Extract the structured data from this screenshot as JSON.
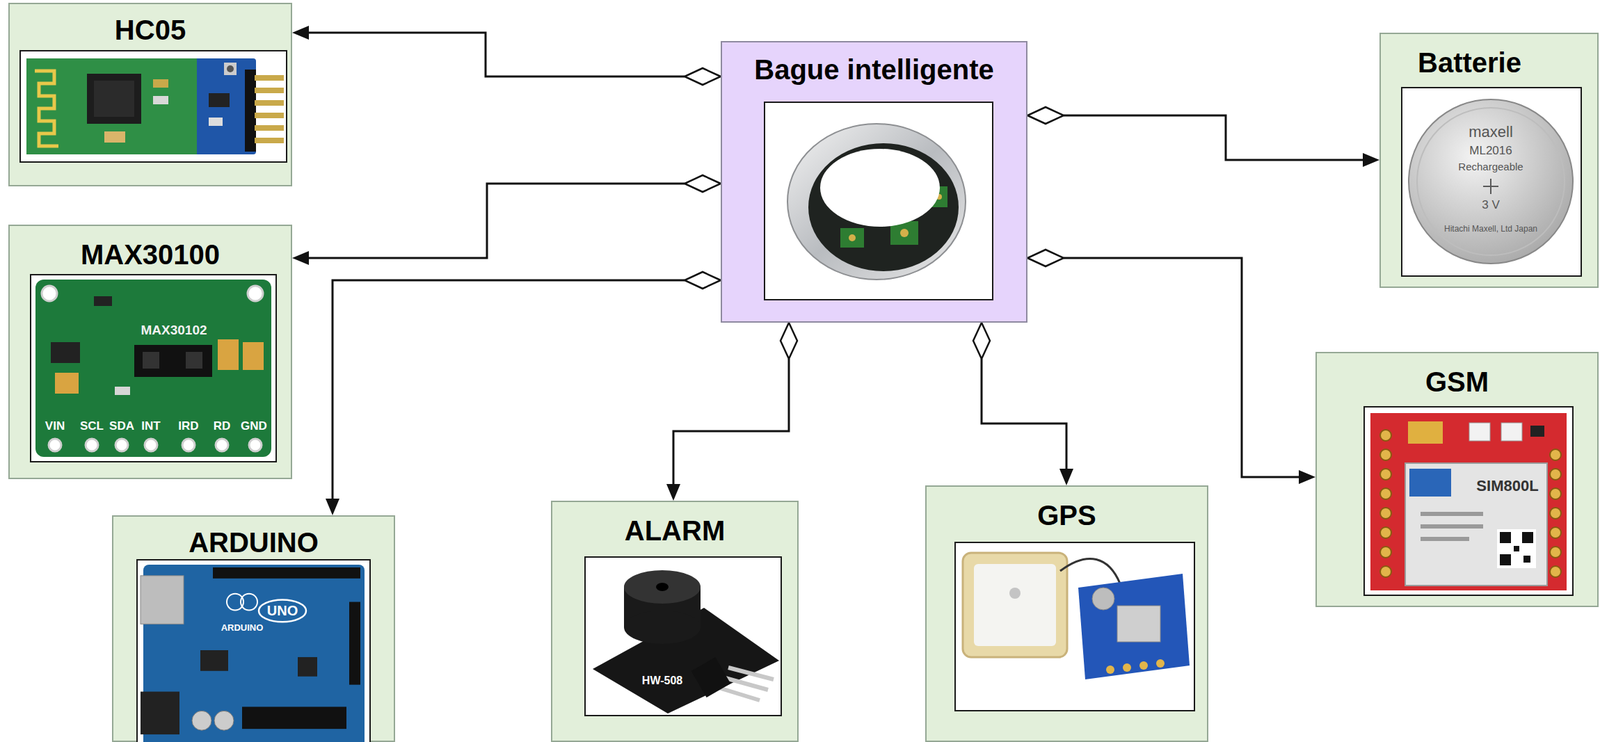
{
  "diagram": {
    "nodes": [
      {
        "text": [
          "HC05"
        ]
      },
      {
        "text": [
          "Bague intelligente"
        ]
      },
      {
        "text": [
          "Batterie"
        ]
      },
      {
        "text": [
          "MAX30100"
        ]
      },
      {
        "text": [
          "GSM"
        ]
      },
      {
        "text": [
          "ARDUINO"
        ]
      },
      {
        "text": [
          "ALARM"
        ]
      },
      {
        "text": [
          "GPS"
        ]
      }
    ],
    "edges": [
      {
        "from": 1,
        "to": 0,
        "arrow": "to"
      },
      {
        "from": 1,
        "to": 3,
        "arrow": "to"
      },
      {
        "from": 1,
        "to": 5,
        "arrow": "to"
      },
      {
        "from": 1,
        "to": 6,
        "arrow": "to"
      },
      {
        "from": 1,
        "to": 7,
        "arrow": "to"
      },
      {
        "from": 1,
        "to": 4,
        "arrow": "to"
      },
      {
        "from": 1,
        "to": 2,
        "arrow": "to"
      }
    ],
    "labels": [
      "MAX30102",
      "VIN",
      "SCL",
      "SDA",
      "INT",
      "IRD",
      "RD",
      "GND",
      "UNO",
      "ARDUINO",
      "HW-508",
      "SIM800L",
      "maxell",
      "ML2016",
      "Rechargeable",
      "3 V",
      "Hitachi Maxell, Ltd Japan"
    ]
  }
}
